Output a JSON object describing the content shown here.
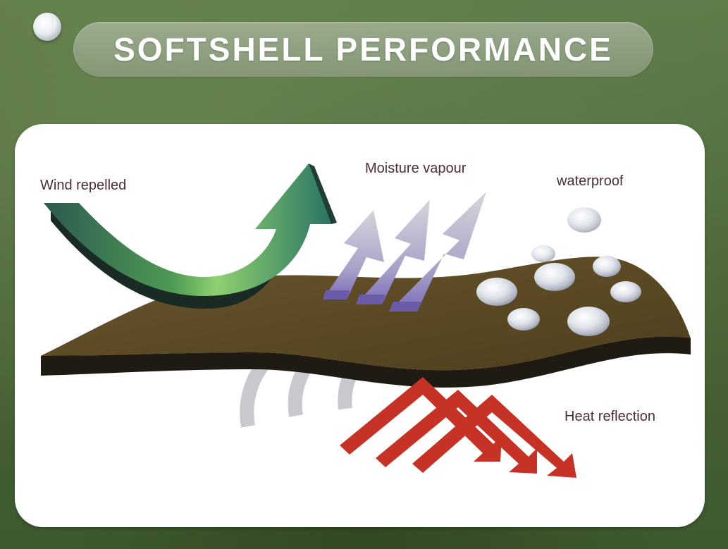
{
  "title": "SOFTSHELL PERFORMANCE",
  "labels": {
    "wind": "Wind repelled",
    "moisture": "Moisture vapour",
    "waterproof": "waterproof",
    "heat": "Heat reflection"
  },
  "colors": {
    "background": "#4f6a3b",
    "fabric": "#5b4a24",
    "fabric_edge": "#1e1a12",
    "wind_arrow": "#2a7463",
    "moisture_arrow": "#c9c9d2",
    "moisture_inner": "#7a6bb8",
    "heat_arrow": "#c63226",
    "warm_air": "#c8c8cc",
    "label_text": "#4b2e39"
  }
}
